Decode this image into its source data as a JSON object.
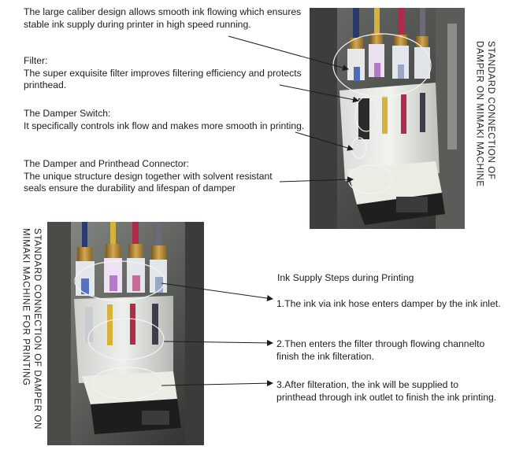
{
  "top_photo_caption": "STANDARD CONNECTION OF DAMPER ON MIMAKI MACHINE",
  "bottom_photo_caption": "STANDARD CONNECTION OF DAMPER ON MIMAKI MACHINE FOR PRINTING",
  "features": [
    {
      "title": "",
      "text": "The large caliber design allows smooth ink flowing which ensures stable ink supply during printer in high speed running."
    },
    {
      "title": "Filter:",
      "text": "The super exquisite filter improves filtering efficiency and protects printhead."
    },
    {
      "title": "The Damper Switch:",
      "text": "It specifically controls ink flow and makes more smooth in printing."
    },
    {
      "title": "The Damper and Printhead  Connector:",
      "text": "The unique structure design together with solvent resistant seals ensure the durability and lifespan of damper"
    }
  ],
  "steps": {
    "heading": "Ink Supply Steps during Printing",
    "items": [
      "1.The ink via ink hose enters damper by the ink inlet.",
      "2.Then enters the filter through flowing channelto finish the ink filteration.",
      "3.After filteration, the ink will be supplied to printhead through ink outlet to finish the ink printing."
    ]
  },
  "colors": {
    "text": "#1c1c1c",
    "ink_colors": [
      "#2a3a6b",
      "#d6b23a",
      "#b02a4a",
      "#6a6a7a"
    ]
  }
}
